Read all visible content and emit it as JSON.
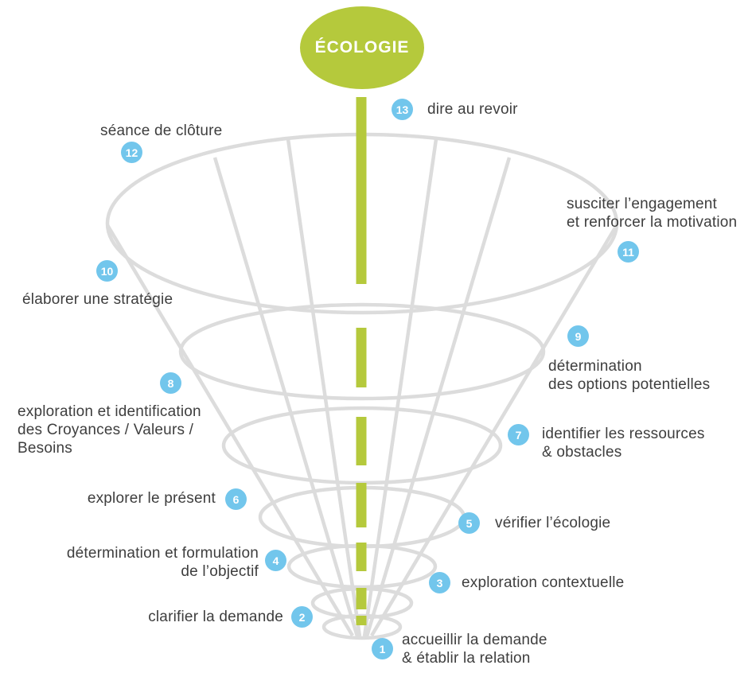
{
  "header": {
    "title": "ÉCOLOGIE"
  },
  "colors": {
    "accent_green": "#b5c93c",
    "badge_blue": "#72c6ec",
    "wireframe_gray": "#dcdcdc",
    "label_text": "#3e3e3e",
    "badge_text": "#ffffff"
  },
  "diagram": {
    "type": "funnel-process",
    "axis_line": "green dashed central axis",
    "steps_count": 13
  },
  "steps": [
    {
      "num": "1",
      "label": "accueillir la demande\n& établir la relation"
    },
    {
      "num": "2",
      "label": "clarifier la demande"
    },
    {
      "num": "3",
      "label": "exploration contextuelle"
    },
    {
      "num": "4",
      "label": "détermination et formulation\nde l’objectif"
    },
    {
      "num": "5",
      "label": "vérifier l’écologie"
    },
    {
      "num": "6",
      "label": "explorer le présent"
    },
    {
      "num": "7",
      "label": "identifier les ressources\n& obstacles"
    },
    {
      "num": "8",
      "label": "exploration et identification\ndes Croyances / Valeurs /\nBesoins"
    },
    {
      "num": "9",
      "label": "détermination\ndes options potentielles"
    },
    {
      "num": "10",
      "label": "élaborer une stratégie"
    },
    {
      "num": "11",
      "label": "susciter l’engagement\net renforcer la motivation"
    },
    {
      "num": "12",
      "label": "séance de clôture"
    },
    {
      "num": "13",
      "label": "dire au revoir"
    }
  ]
}
